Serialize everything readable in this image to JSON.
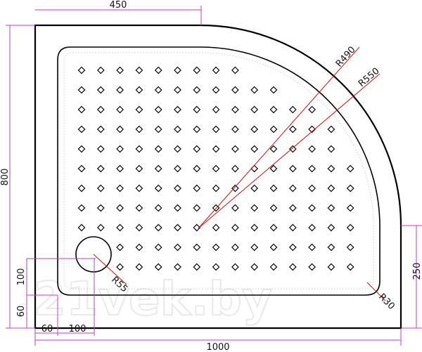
{
  "dimensions": {
    "top_width": "450",
    "height": "800",
    "bottom_width": "1000",
    "right_height": "250",
    "drain_offset_y": "100",
    "edge_offset_y": "60",
    "edge_offset_x": "60",
    "drain_offset_x": "100"
  },
  "radii": {
    "inner": "R490",
    "outer": "R550",
    "drain": "R55",
    "corner": "R30"
  },
  "watermark": "21vek.by",
  "colors": {
    "outline": "#000000",
    "radius_line": "#d01010",
    "dimension_line": "#c43cc4",
    "watermark": "#e9e9e9"
  }
}
